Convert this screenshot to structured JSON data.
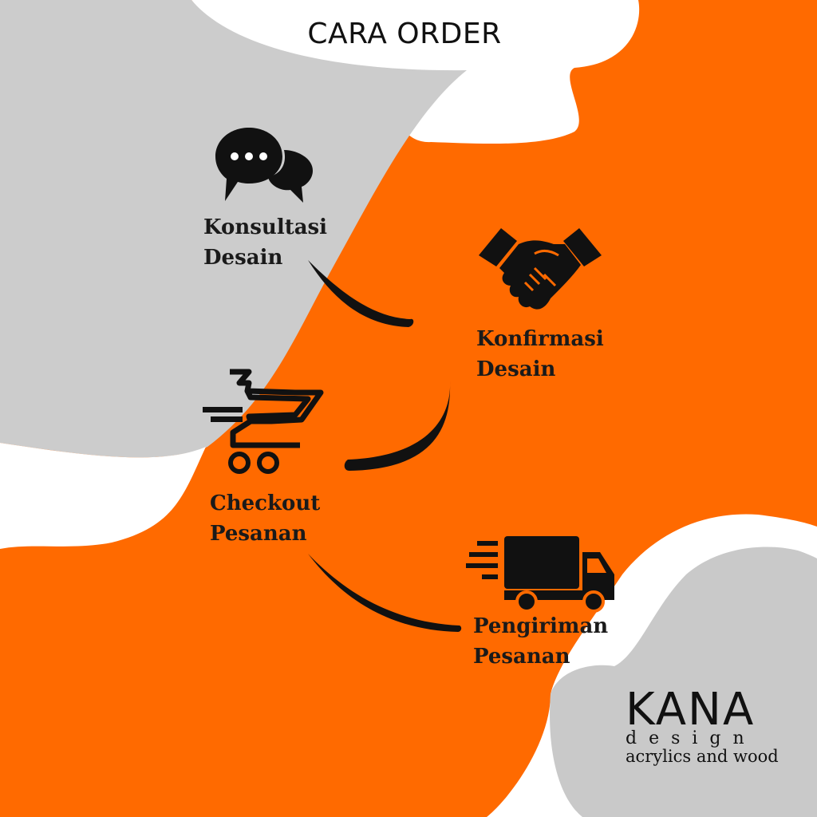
{
  "title": "CARA ORDER",
  "steps": [
    {
      "line1": "Konsultasi",
      "line2": "Desain",
      "icon": "chat-bubbles-icon"
    },
    {
      "line1": "Konfirmasi",
      "line2": "Desain",
      "icon": "handshake-icon"
    },
    {
      "line1": "Checkout",
      "line2": "Pesanan",
      "icon": "shopping-cart-icon"
    },
    {
      "line1": "Pengiriman",
      "line2": "Pesanan",
      "icon": "delivery-truck-icon"
    }
  ],
  "brand": {
    "name": "KANA",
    "sub": "design",
    "tagline": "acrylics and wood"
  },
  "colors": {
    "orange": "#ff6a00",
    "gray": "#cccccc",
    "white": "#ffffff",
    "ink": "#111111"
  }
}
